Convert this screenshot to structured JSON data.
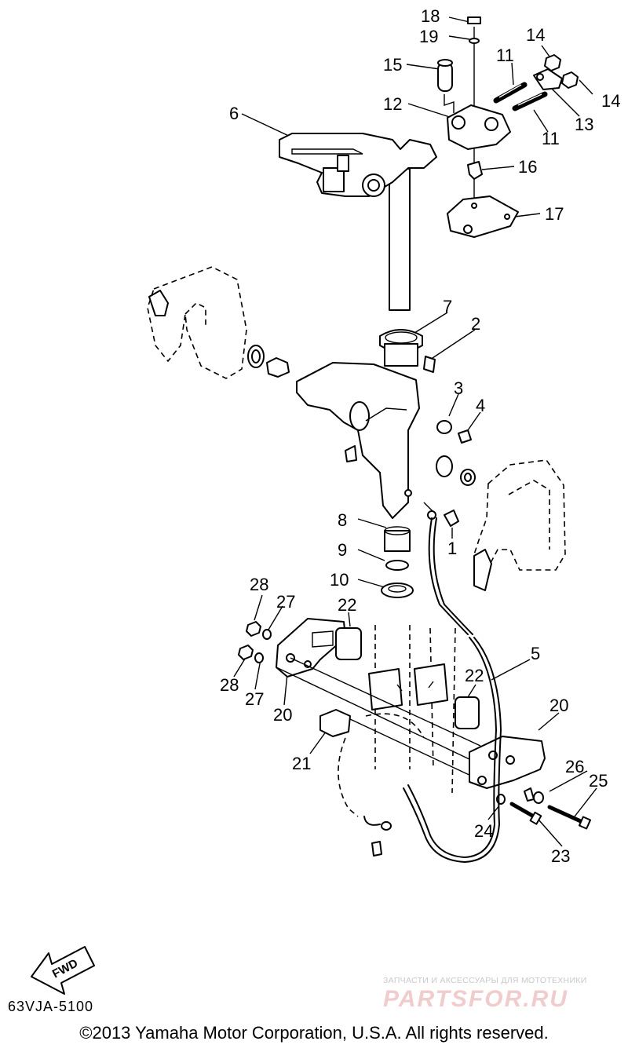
{
  "diagram": {
    "code": "63VJA-5100",
    "copyright": "©2013 Yamaha Motor Corporation, U.S.A. All rights reserved.",
    "fwd_label": "FWD",
    "watermark": {
      "subtitle": "ЗАПЧАСТИ И АКСЕССУАРЫ ДЛЯ МОТОТЕХНИКИ",
      "logo": "PARTSFOR.RU"
    },
    "callouts": {
      "n18": "18",
      "n19": "19",
      "n15": "15",
      "n11a": "11",
      "n14a": "14",
      "n14b": "14",
      "n13": "13",
      "n12": "12",
      "n6": "6",
      "n11b": "11",
      "n16": "16",
      "n17": "17",
      "n7": "7",
      "n2": "2",
      "n3": "3",
      "n4": "4",
      "n1": "1",
      "n8": "8",
      "n9": "9",
      "n10": "10",
      "n28a": "28",
      "n27a": "27",
      "n22a": "22",
      "n28b": "28",
      "n27b": "27",
      "n20a": "20",
      "n22b": "22",
      "n5": "5",
      "n20b": "20",
      "n21": "21",
      "n26": "26",
      "n25": "25",
      "n24": "24",
      "n23": "23"
    }
  }
}
